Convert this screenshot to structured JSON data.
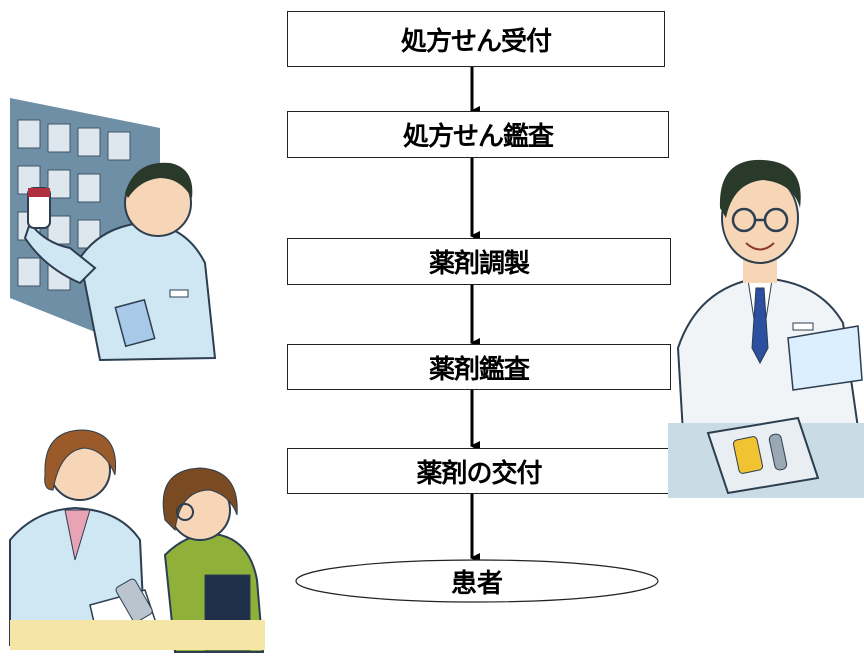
{
  "flowchart": {
    "steps": [
      {
        "label": "処方せん受付"
      },
      {
        "label": "処方せん鑑査"
      },
      {
        "label": "薬剤調製"
      },
      {
        "label": "薬剤鑑査"
      },
      {
        "label": "薬剤の交付"
      }
    ],
    "terminal": {
      "label": "患者"
    }
  },
  "illustrations": [
    {
      "icon": "pharmacist-shelves-illustration"
    },
    {
      "icon": "pharmacist-counseling-illustration"
    },
    {
      "icon": "pharmacist-tray-illustration"
    }
  ]
}
